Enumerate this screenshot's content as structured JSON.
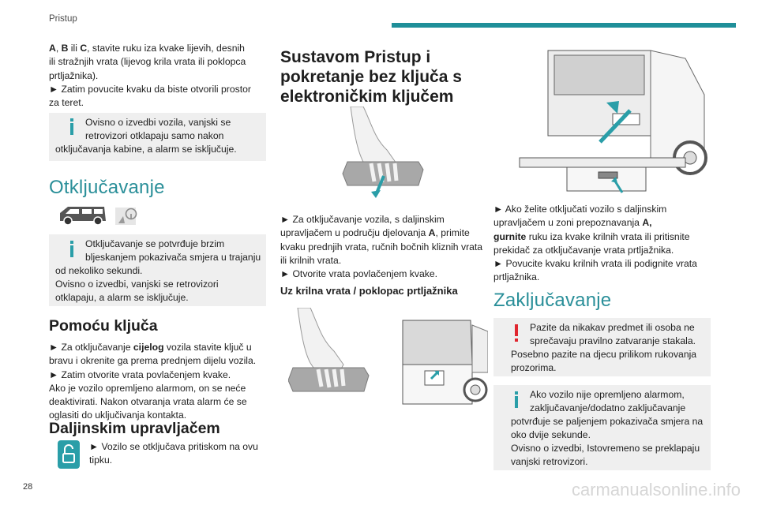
{
  "header": {
    "section": "Pristup"
  },
  "page_number": "28",
  "col1": {
    "intro_line1_a": "A",
    "intro_line1_b": ", ",
    "intro_line1_c": "B",
    "intro_line1_d": " ili ",
    "intro_line1_e": "C",
    "intro_line1_f": ", stavite ruku iza kvake lijevih, desnih",
    "intro_line2": "ili stražnjih vrata (lijevog krila vrata ili poklopca",
    "intro_line3": "prtljažnika).",
    "intro_line4": "► Zatim povucite kvaku da biste otvorili prostor",
    "intro_line5": "za teret.",
    "info1": [
      "Ovisno o izvedbi vozila, vanjski se",
      "retrovizori otklapaju samo nakon",
      "otključavanja kabine, a alarm se isključuje."
    ],
    "heading_unlock": "Otključavanje",
    "info2": [
      "Otključavanje se potvrđuje brzim",
      "bljeskanjem pokazivača smjera u trajanju",
      "od nekoliko sekundi.",
      "Ovisno o izvedbi, vanjski se retrovizori",
      "otklapaju, a alarm se isključuje."
    ],
    "heading_key": "Pomoću ključa",
    "key_line1_a": "► Za otključavanje ",
    "key_line1_b": "cijelog",
    "key_line1_c": " vozila stavite ključ u",
    "key_lines": [
      "bravu i okrenite ga prema prednjem dijelu vozila.",
      "► Zatim otvorite vrata povlačenjem kvake.",
      "Ako je vozilo opremljeno alarmom, on se neće",
      "deaktivirati. Nakon otvaranja vrata alarm će se",
      "oglasiti do uključivanja kontakta."
    ],
    "heading_remote": "Daljinskim upravljačem",
    "remote_lines": [
      "► Vozilo se otključava pritiskom na ovu",
      "tipku."
    ]
  },
  "col2": {
    "heading_keyless": [
      "Sustavom Pristup i",
      "pokretanje bez ključa s",
      "elektroničkim ključem"
    ],
    "body_a1": "► Za otključavanje vozila, s daljinskim",
    "body_a2_a": "upravljačem u području djelovanja ",
    "body_a2_b": "A",
    "body_a2_c": ", primite",
    "body_lines": [
      "kvaku prednjih vrata, ručnih bočnih kliznih vrata",
      "ili krilnih vrata.",
      "► Otvorite vrata povlačenjem kvake."
    ],
    "subheading": "Uz krilna vrata / poklopac prtljažnika"
  },
  "col3": {
    "body1_a": "► Ako želite otključati vozilo s daljinskim",
    "body1_b_a": "upravljačem u zoni prepoznavanja ",
    "body1_b_b": "A,",
    "body1_c_a": "gurnite",
    "body1_c_b": " ruku iza kvake krilnih vrata ili pritisnite",
    "body1_rest": [
      "prekidač za otključavanje vrata prtljažnika.",
      "► Povucite kvaku krilnih vrata ili podignite vrata",
      "prtljažnika."
    ],
    "heading_lock": "Zaključavanje",
    "warn": [
      "Pazite da nikakav predmet ili osoba ne",
      "sprečavaju pravilno zatvaranje stakala.",
      "Posebno pazite na djecu prilikom rukovanja",
      "prozorima."
    ],
    "info3": [
      "Ako vozilo nije opremljeno alarmom,",
      "zaključavanje/dodatno zaključavanje",
      "potvrđuje se paljenjem pokazivača smjera na",
      "oko dvije sekunde.",
      "Ovisno o izvedbi, Istovremeno se preklapaju",
      "vanjski retrovizori."
    ]
  },
  "watermark": "carmanualsonline.info",
  "colors": {
    "accent": "#2a9ea8",
    "warning": "#e0262f",
    "box": "#efefef"
  }
}
